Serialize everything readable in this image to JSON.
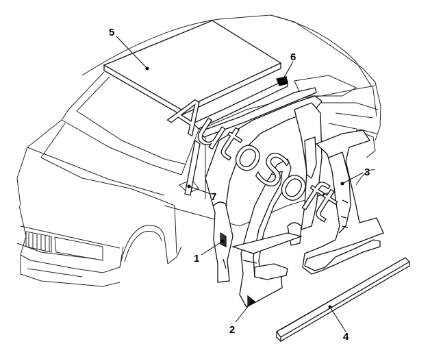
{
  "diagram": {
    "callouts": [
      {
        "id": "5",
        "label": "5"
      },
      {
        "id": "6",
        "label": "6"
      },
      {
        "id": "3",
        "label": "3"
      },
      {
        "id": "7",
        "label": "7"
      },
      {
        "id": "1",
        "label": "1"
      },
      {
        "id": "2",
        "label": "2"
      },
      {
        "id": "4",
        "label": "4"
      }
    ],
    "watermark": "AutoSoft"
  }
}
